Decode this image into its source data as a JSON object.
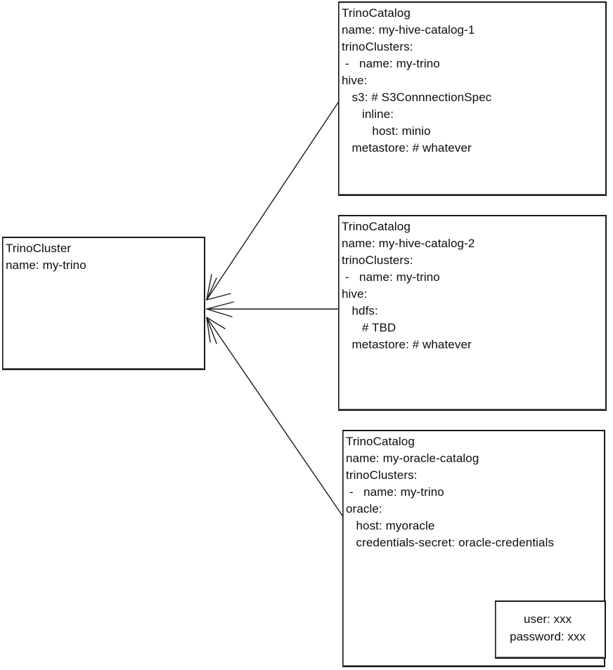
{
  "diagram": {
    "title": "TrinoCluster to TrinoCatalog relationship diagram",
    "stroke_color": "#1a1a1a",
    "background_color": "#ffffff"
  },
  "cluster_node": {
    "kind": "TrinoCluster",
    "text": "TrinoCluster\nname: my-trino"
  },
  "catalogs": [
    {
      "id": "hive-catalog-1",
      "kind": "TrinoCatalog",
      "name": "my-hive-catalog-1",
      "text": "TrinoCatalog\nname: my-hive-catalog-1\ntrinoClusters:\n -   name: my-trino\nhive:\n   s3: # S3ConnnectionSpec\n      inline:\n         host: minio\n   metastore: # whatever"
    },
    {
      "id": "hive-catalog-2",
      "kind": "TrinoCatalog",
      "name": "my-hive-catalog-2",
      "text": "TrinoCatalog\nname: my-hive-catalog-2\ntrinoClusters:\n -   name: my-trino\nhive:\n   hdfs:\n      # TBD\n   metastore: # whatever"
    },
    {
      "id": "oracle-catalog",
      "kind": "TrinoCatalog",
      "name": "my-oracle-catalog",
      "text": "TrinoCatalog\nname: my-oracle-catalog\ntrinoClusters:\n -   name: my-trino\noracle:\n   host: myoracle\n   credentials-secret: oracle-credentials"
    }
  ],
  "secret_node": {
    "id": "oracle-credentials-secret",
    "text": "user: xxx\npassword: xxx"
  },
  "edges": [
    {
      "id": "edge-catalog1-to-cluster",
      "from": "hive-catalog-1",
      "to": "cluster",
      "arrowhead": "open"
    },
    {
      "id": "edge-catalog2-to-cluster",
      "from": "hive-catalog-2",
      "to": "cluster",
      "arrowhead": "open"
    },
    {
      "id": "edge-catalog3-to-cluster",
      "from": "oracle-catalog",
      "to": "cluster",
      "arrowhead": "open"
    },
    {
      "id": "edge-credentials-to-secret",
      "from": "credentials-secret",
      "to": "oracle-credentials-secret",
      "arrowhead": "open"
    }
  ]
}
